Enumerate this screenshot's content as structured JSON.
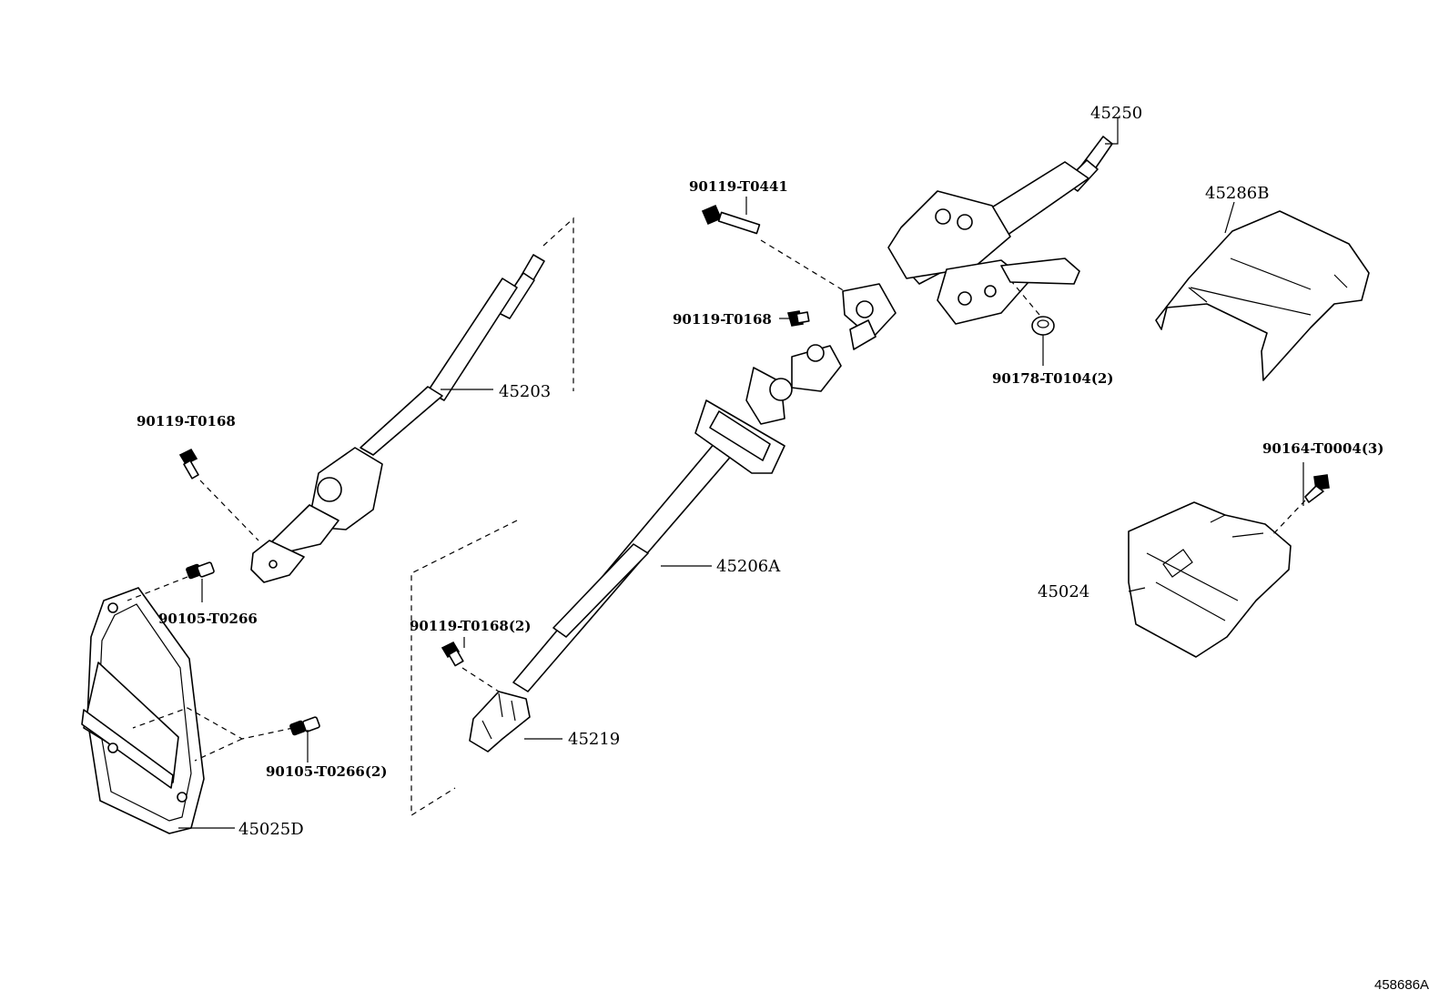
{
  "parts": {
    "p45250": "45250",
    "p90119_T0441": "90119-T0441",
    "p45286B": "45286B",
    "p90119_T0168_top": "90119-T0168",
    "p90178_T0104": "90178-T0104(2)",
    "p90119_T0168_left": "90119-T0168",
    "p45203": "45203",
    "p90164_T0004": "90164-T0004(3)",
    "p45206A": "45206A",
    "p90105_T0266": "90105-T0266",
    "p45024": "45024",
    "p90119_T0168_2": "90119-T0168(2)",
    "p45219": "45219",
    "p90105_T0266_2": "90105-T0266(2)",
    "p45025D": "45025D"
  },
  "reference_code": "458686A"
}
